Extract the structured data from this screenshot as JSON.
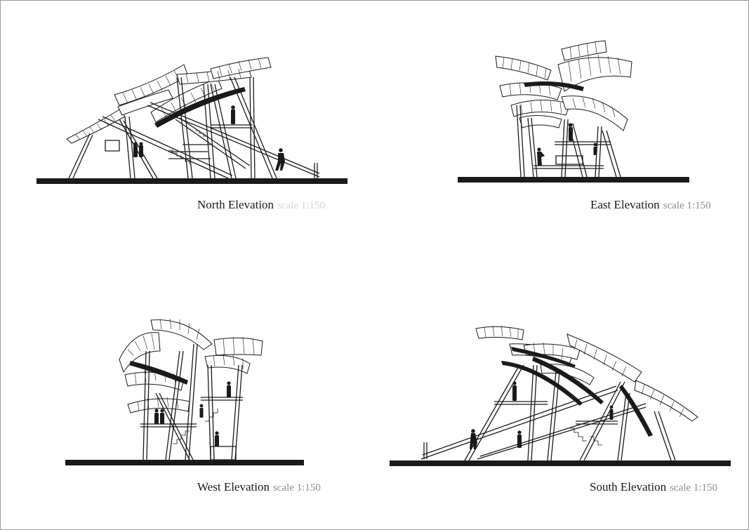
{
  "elevations": {
    "north": {
      "title": "North Elevation",
      "scale": "scale 1:150"
    },
    "east": {
      "title": "East Elevation",
      "scale": "scale 1:150"
    },
    "west": {
      "title": "West Elevation",
      "scale": "scale 1:150"
    },
    "south": {
      "title": "South Elevation",
      "scale": "scale 1:150"
    }
  },
  "colors": {
    "ink": "#1a1a1a",
    "ground": "#1a1a1a",
    "paper": "#ffffff",
    "scale_faint": "#d4d4d4",
    "scale_grey": "#8e8e8e"
  }
}
